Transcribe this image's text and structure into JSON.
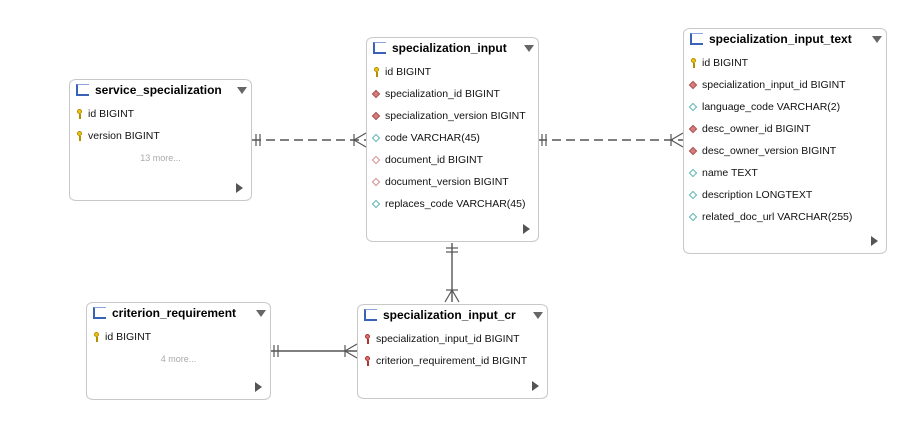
{
  "tables": {
    "service_specialization": {
      "name": "service_specialization",
      "columns": [
        {
          "name": "id BIGINT",
          "kind": "primary-key-icon"
        },
        {
          "name": "version BIGINT",
          "kind": "primary-key-icon"
        }
      ],
      "more": "13 more..."
    },
    "specialization_input": {
      "name": "specialization_input",
      "columns": [
        {
          "name": "id BIGINT",
          "kind": "primary-key-icon"
        },
        {
          "name": "specialization_id BIGINT",
          "kind": "foreign-key-icon"
        },
        {
          "name": "specialization_version BIGINT",
          "kind": "foreign-key-icon"
        },
        {
          "name": "code VARCHAR(45)",
          "kind": "column-icon"
        },
        {
          "name": "document_id BIGINT",
          "kind": "index-icon"
        },
        {
          "name": "document_version BIGINT",
          "kind": "index-icon"
        },
        {
          "name": "replaces_code VARCHAR(45)",
          "kind": "column-icon"
        }
      ]
    },
    "specialization_input_text": {
      "name": "specialization_input_text",
      "columns": [
        {
          "name": "id BIGINT",
          "kind": "primary-key-icon"
        },
        {
          "name": "specialization_input_id BIGINT",
          "kind": "foreign-key-icon"
        },
        {
          "name": "language_code VARCHAR(2)",
          "kind": "column-icon"
        },
        {
          "name": "desc_owner_id BIGINT",
          "kind": "foreign-key-icon"
        },
        {
          "name": "desc_owner_version BIGINT",
          "kind": "foreign-key-icon"
        },
        {
          "name": "name TEXT",
          "kind": "column-icon"
        },
        {
          "name": "description LONGTEXT",
          "kind": "column-icon"
        },
        {
          "name": "related_doc_url VARCHAR(255)",
          "kind": "column-icon"
        }
      ]
    },
    "criterion_requirement": {
      "name": "criterion_requirement",
      "columns": [
        {
          "name": "id BIGINT",
          "kind": "primary-key-icon"
        }
      ],
      "more": "4 more..."
    },
    "specialization_input_cr": {
      "name": "specialization_input_cr",
      "columns": [
        {
          "name": "specialization_input_id BIGINT",
          "kind": "primary-foreign-key-icon"
        },
        {
          "name": "criterion_requirement_id BIGINT",
          "kind": "primary-foreign-key-icon"
        }
      ]
    }
  },
  "colors": {
    "border": "#c8c8c8",
    "table_icon": "#3a62b8",
    "link": "#555555",
    "primary_key": "#f1c40f",
    "foreign_key": "#d77a7a",
    "column": "#5ab3b3"
  }
}
